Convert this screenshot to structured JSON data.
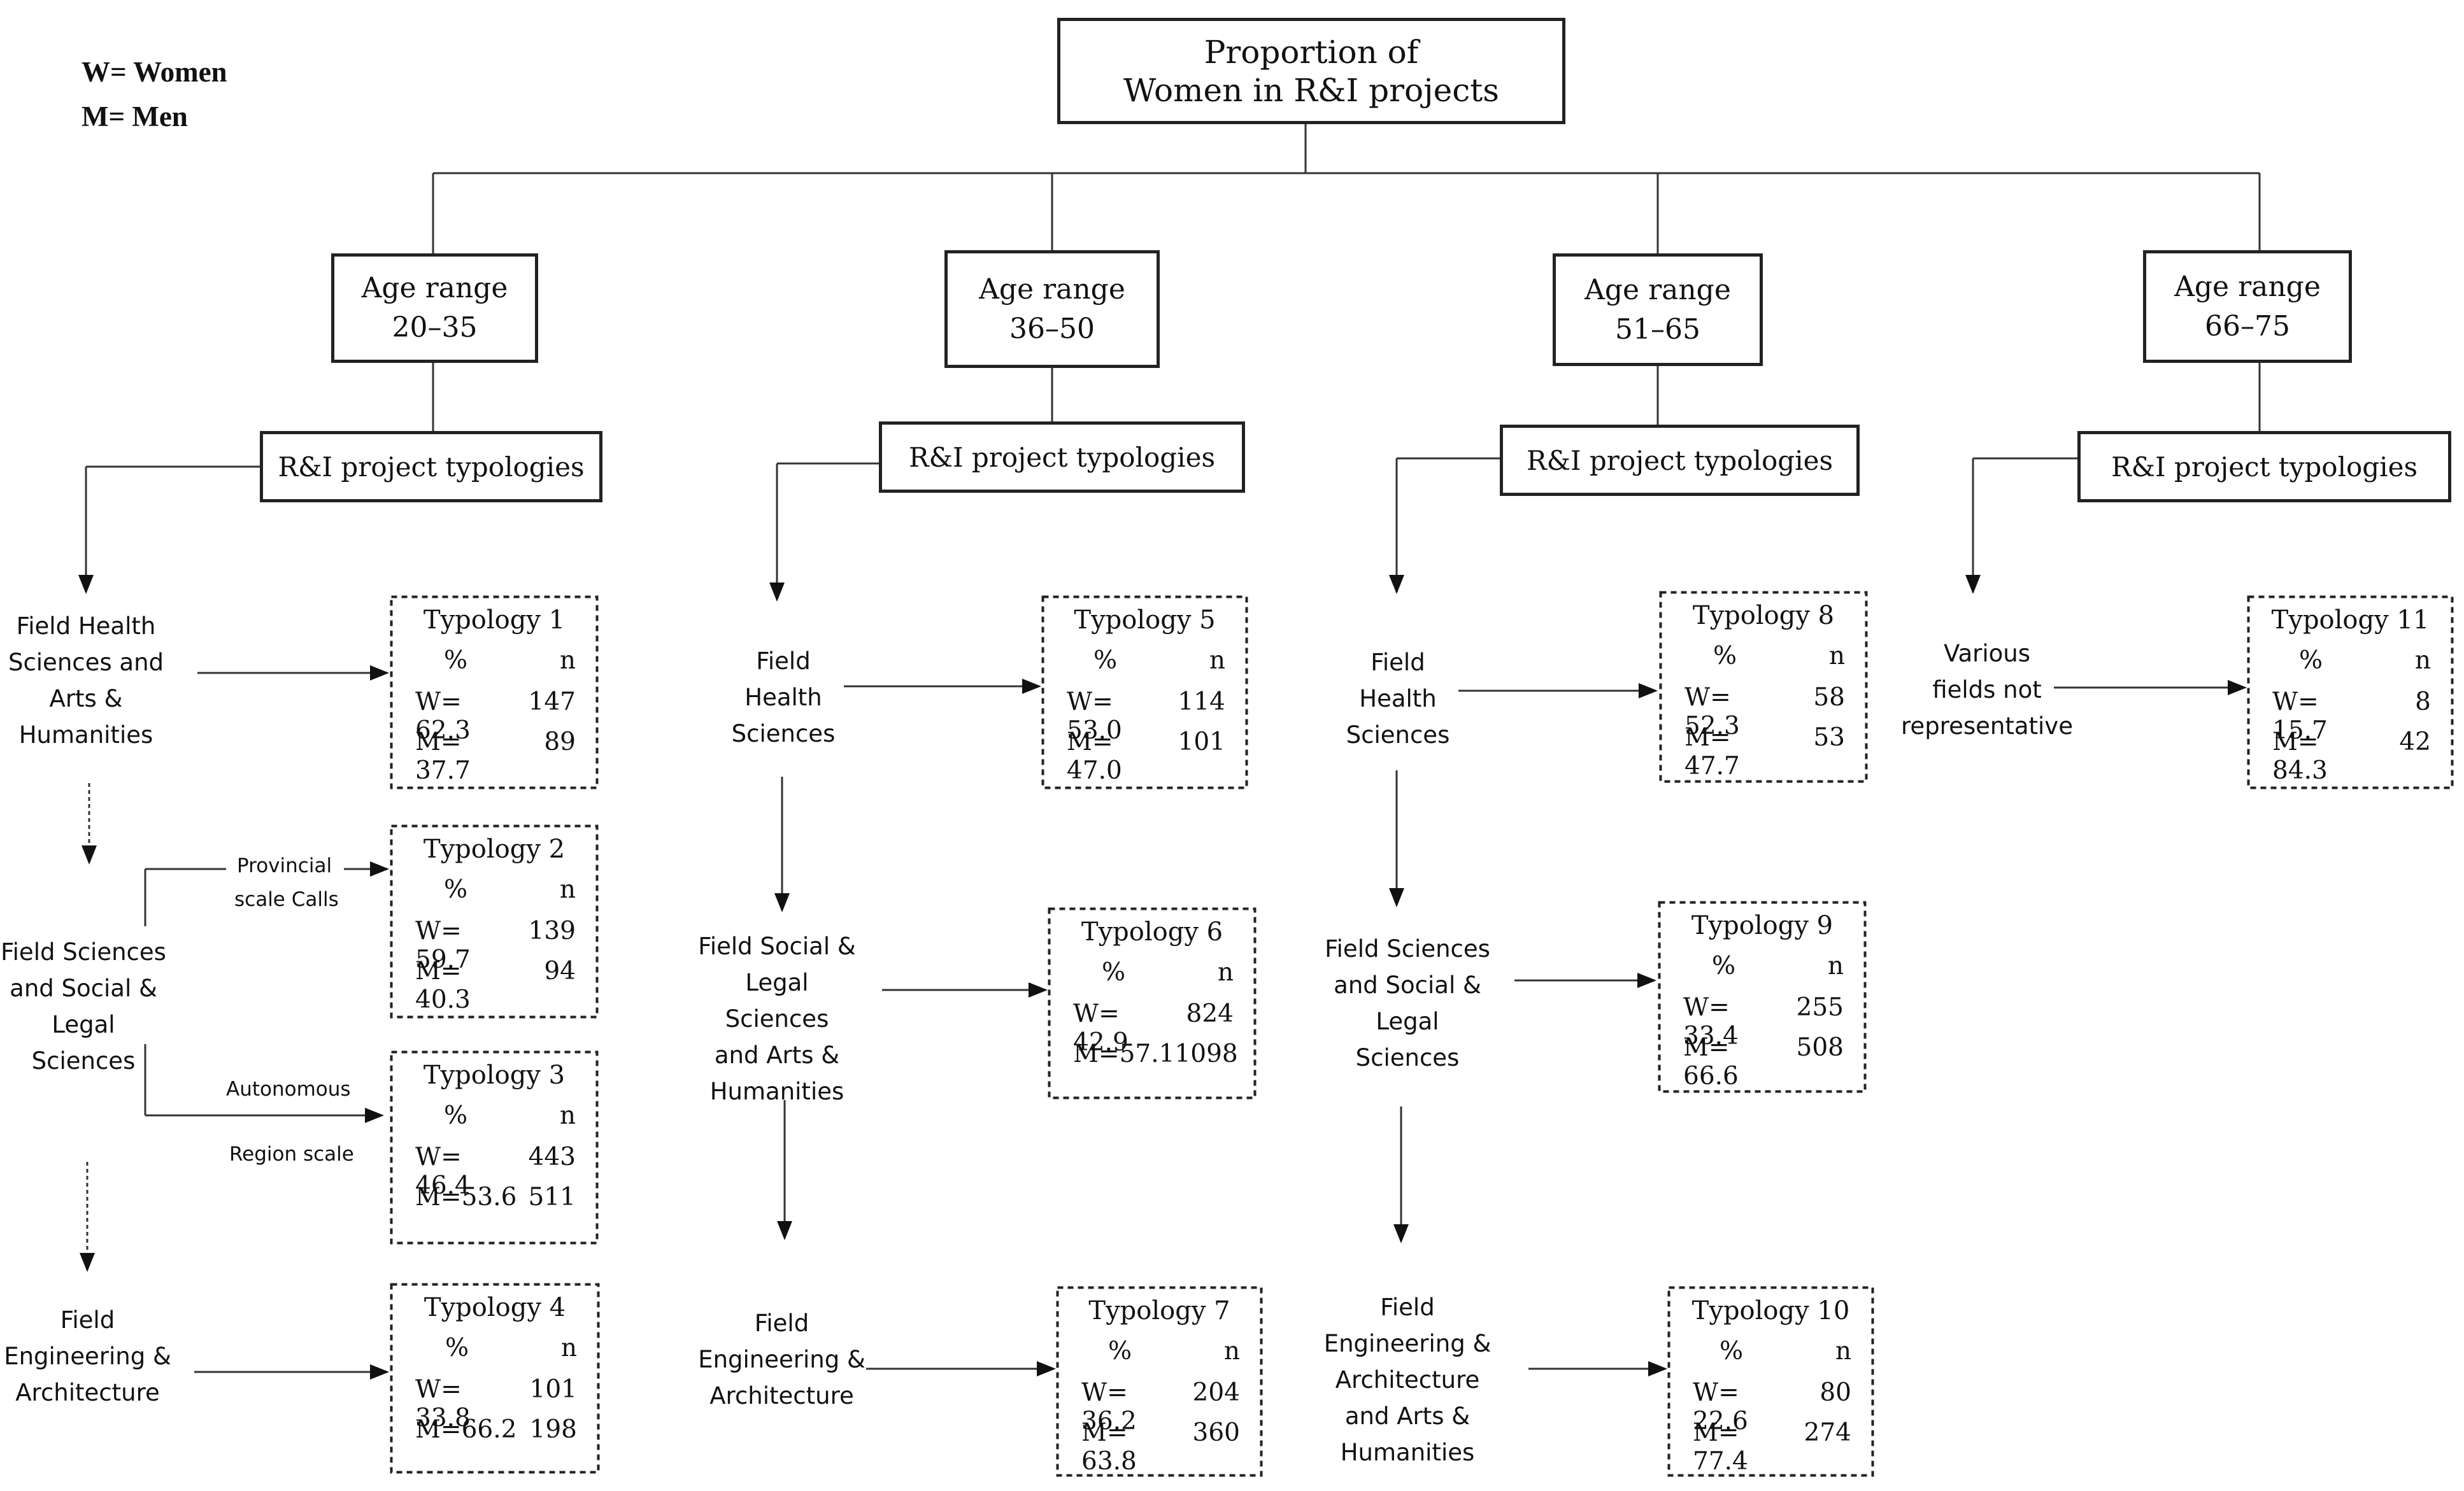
{
  "legend": {
    "w": "W= Women",
    "m": "M= Men"
  },
  "title": {
    "line1": "Proportion of",
    "line2": "Women in R&I projects"
  },
  "rni_label": "R&I project typologies",
  "age_ranges": [
    {
      "label": "Age range",
      "range": "20–35"
    },
    {
      "label": "Age range",
      "range": "36–50"
    },
    {
      "label": "Age range",
      "range": "51–65"
    },
    {
      "label": "Age range",
      "range": "66–75"
    }
  ],
  "fields": {
    "f1": [
      "Field Health",
      "Sciences and",
      "Arts &",
      "Humanities"
    ],
    "f2": [
      "Field Sciences",
      "and Social &",
      "Legal Sciences"
    ],
    "f3": [
      "Field",
      "Engineering &",
      "Architecture"
    ],
    "f4": [
      "Field",
      "Health",
      "Sciences"
    ],
    "f5": [
      "Field Social &",
      "Legal Sciences",
      "and Arts &",
      "Humanities"
    ],
    "f6": [
      "Field",
      "Engineering &",
      "Architecture"
    ],
    "f7": [
      "Field",
      "Health",
      "Sciences"
    ],
    "f8": [
      "Field Sciences",
      "and Social &",
      "Legal Sciences"
    ],
    "f9": [
      "Field",
      "Engineering &",
      "Architecture",
      "and Arts &",
      "Humanities"
    ],
    "f10": [
      "Various",
      "fields not",
      "representative"
    ]
  },
  "call_labels": {
    "provincial_1": "Provincial",
    "provincial_2": "scale Calls",
    "autonomous_1": "Autonomous",
    "autonomous_2": "Region scale"
  },
  "typologies": [
    {
      "title": "Typology 1",
      "pct_head": "%",
      "n_head": "n",
      "w": "W= 62.3",
      "w_n": "147",
      "m": "M= 37.7",
      "m_n": "89"
    },
    {
      "title": "Typology 2",
      "pct_head": "%",
      "n_head": "n",
      "w": "W= 59.7",
      "w_n": "139",
      "m": "M= 40.3",
      "m_n": "94"
    },
    {
      "title": "Typology 3",
      "pct_head": "%",
      "n_head": "n",
      "w": "W= 46.4",
      "w_n": "443",
      "m": "M=53.6",
      "m_n": "511"
    },
    {
      "title": "Typology 4",
      "pct_head": "%",
      "n_head": "n",
      "w": "W= 33.8",
      "w_n": "101",
      "m": "M=66.2",
      "m_n": "198"
    },
    {
      "title": "Typology 5",
      "pct_head": "%",
      "n_head": "n",
      "w": "W= 53.0",
      "w_n": "114",
      "m": "M= 47.0",
      "m_n": "101"
    },
    {
      "title": "Typology 6",
      "pct_head": "%",
      "n_head": "n",
      "w": "W= 42.9",
      "w_n": "824",
      "m": "M=57.1",
      "m_n": "1098"
    },
    {
      "title": "Typology 7",
      "pct_head": "%",
      "n_head": "n",
      "w": "W= 36.2",
      "w_n": "204",
      "m": "M= 63.8",
      "m_n": "360"
    },
    {
      "title": "Typology 8",
      "pct_head": "%",
      "n_head": "n",
      "w": "W= 52.3",
      "w_n": "58",
      "m": "M= 47.7",
      "m_n": "53"
    },
    {
      "title": "Typology 9",
      "pct_head": "%",
      "n_head": "n",
      "w": "W= 33.4",
      "w_n": "255",
      "m": "M= 66.6",
      "m_n": "508"
    },
    {
      "title": "Typology 10",
      "pct_head": "%",
      "n_head": "n",
      "w": "W= 22.6",
      "w_n": "80",
      "m": "M= 77.4",
      "m_n": "274"
    },
    {
      "title": "Typology 11",
      "pct_head": "%",
      "n_head": "n",
      "w": "W= 15.7",
      "w_n": "8",
      "m": "M= 84.3",
      "m_n": "42"
    }
  ]
}
